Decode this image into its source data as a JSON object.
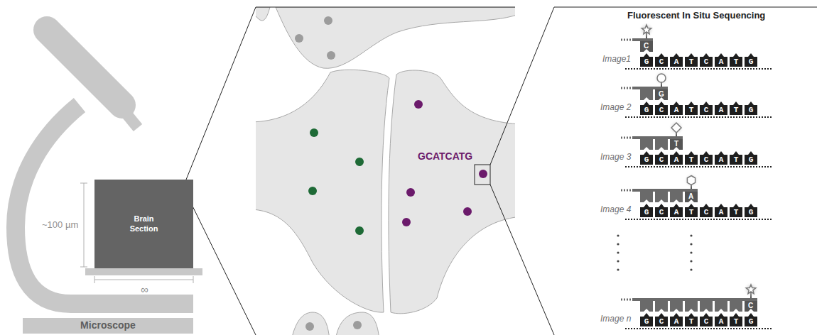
{
  "diagram": {
    "title": "Fluorescent In Situ Sequencing",
    "nodes": [
      {
        "text": [
          "Brain Section"
        ]
      },
      {
        "text": [
          "Microscope"
        ]
      }
    ],
    "labels": [
      "~100 µm",
      "∞",
      "GCATCATG",
      "Image1",
      "Image 2",
      "Image 3",
      "Image 4",
      "Image n",
      "C",
      "GCATCATG",
      "G",
      "GCATCATG",
      "T",
      "GCATCATG",
      "A",
      "GCATCATG",
      "C",
      "GCATCATG"
    ]
  }
}
